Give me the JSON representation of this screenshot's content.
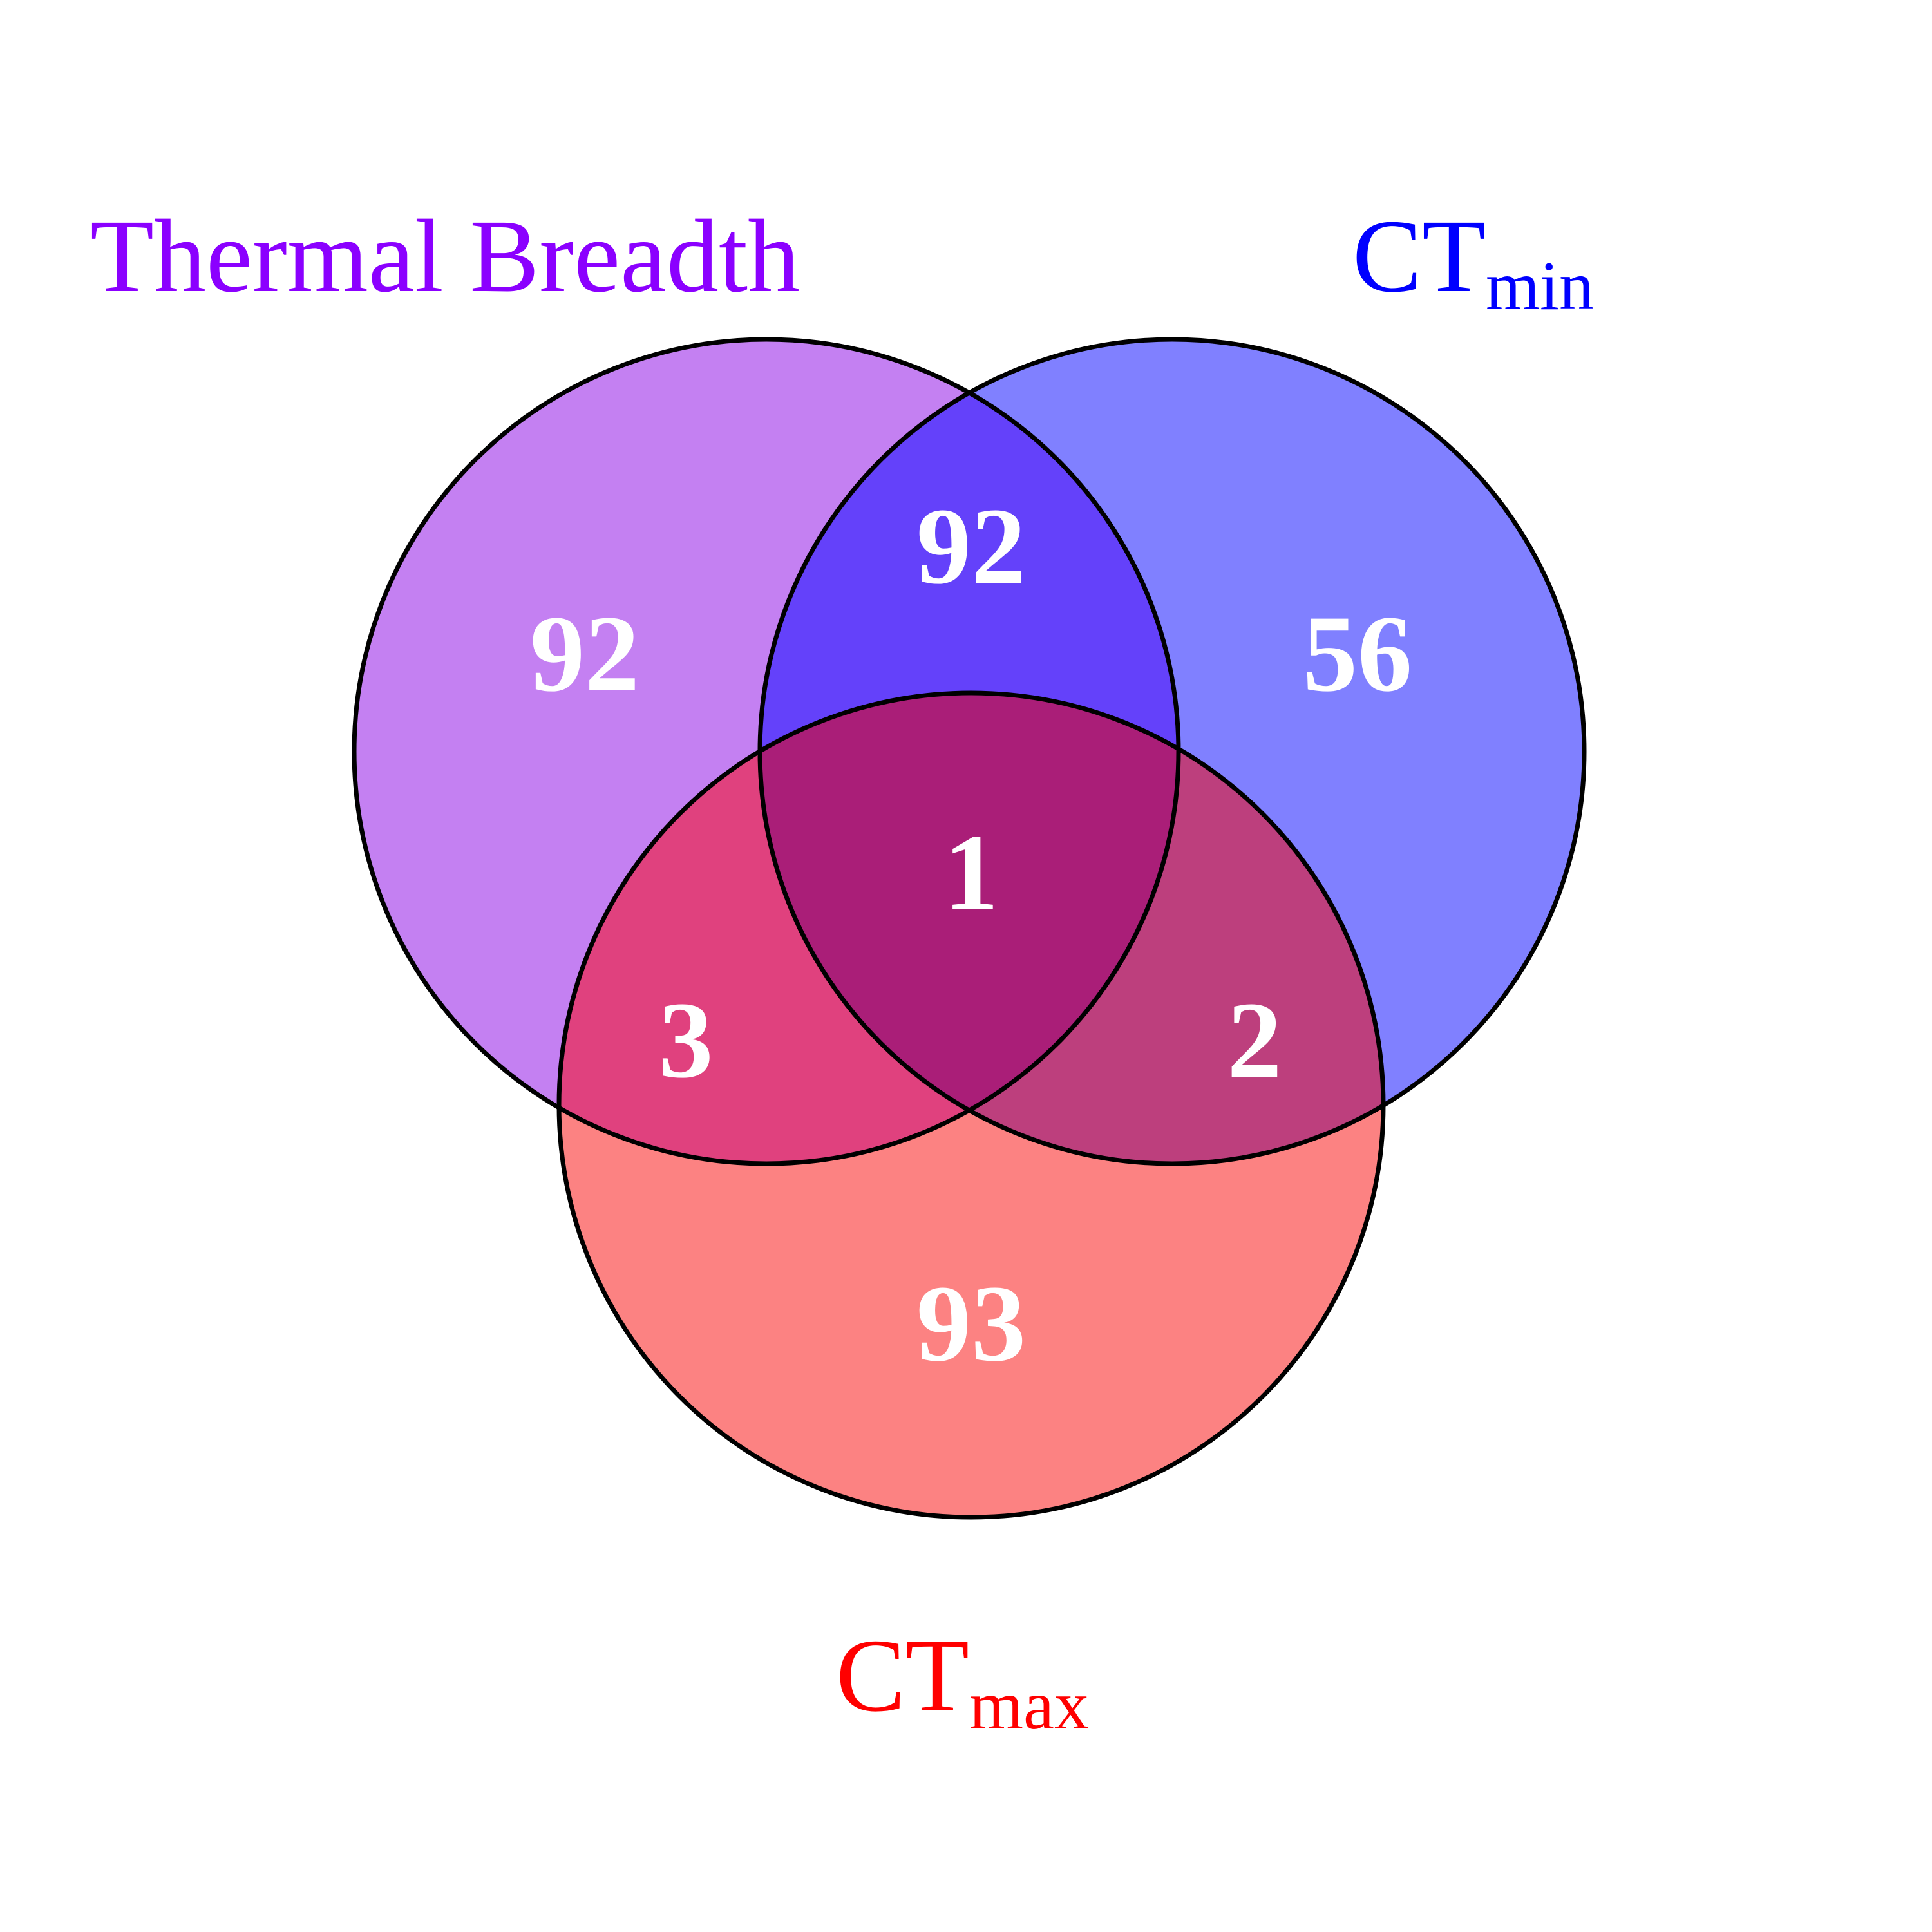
{
  "sets": {
    "thermal_breadth": {
      "label": "Thermal Breadth",
      "color": "#8B00FF"
    },
    "ctmin": {
      "label_main": "CT",
      "label_sub": "min",
      "color": "#0000FF"
    },
    "ctmax": {
      "label_main": "CT",
      "label_sub": "max",
      "color": "#FF0000"
    }
  },
  "regions": {
    "thermal_breadth_only": "92",
    "ctmin_only": "56",
    "ctmax_only": "93",
    "thermal_breadth_and_ctmin": "92",
    "thermal_breadth_and_ctmax": "3",
    "ctmin_and_ctmax": "2",
    "all_three": "1"
  },
  "colors": {
    "thermal_breadth_fill": "#C480F2",
    "ctmin_fill": "#8080FF",
    "ctmax_fill": "#FC8282",
    "thermal_breadth_ctmin_fill": "#6441FA",
    "thermal_breadth_ctmax_fill": "#E0417E",
    "ctmin_ctmax_fill": "#BD3F7D",
    "all_three_fill": "#AA1E78",
    "outline": "#000000",
    "count_text": "#FFFFFF"
  }
}
